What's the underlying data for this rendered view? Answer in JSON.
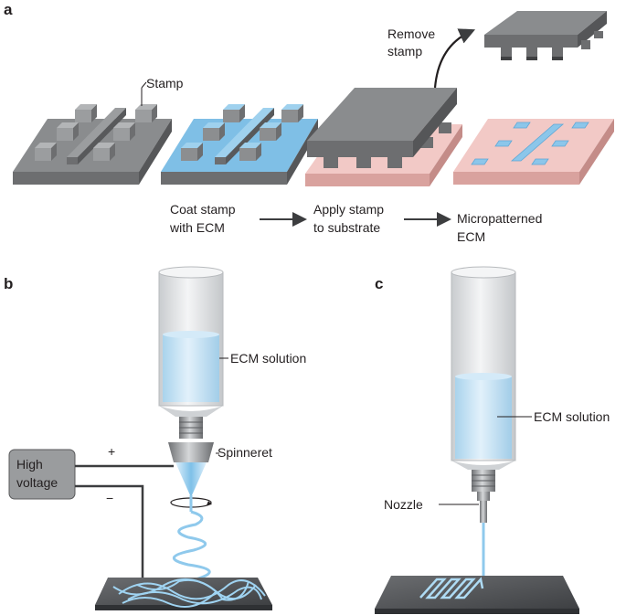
{
  "panels": {
    "a": {
      "letter": "a",
      "stamp_label": "Stamp",
      "remove_stamp": [
        "Remove",
        "stamp"
      ],
      "steps": [
        [
          "Coat stamp",
          "with ECM"
        ],
        [
          "Apply stamp",
          "to substrate"
        ],
        [
          "Micropatterned",
          "ECM"
        ]
      ]
    },
    "b": {
      "letter": "b",
      "ecm_solution": "ECM solution",
      "spinneret": "Spinneret",
      "voltage": [
        "High",
        "voltage"
      ],
      "plus": "+",
      "minus": "−"
    },
    "c": {
      "letter": "c",
      "ecm_solution": "ECM solution",
      "nozzle": "Nozzle"
    }
  },
  "colors": {
    "stamp_top": "#8a8c8e",
    "stamp_side": "#6d6e70",
    "ecm_blue": "#7fbfe6",
    "ecm_light": "#bfe0f4",
    "substrate_pink": "#f2c9c6",
    "substrate_pink_side": "#d9a29e",
    "glass": "#e8eaeb",
    "dark_plate": "#4d4f52"
  }
}
